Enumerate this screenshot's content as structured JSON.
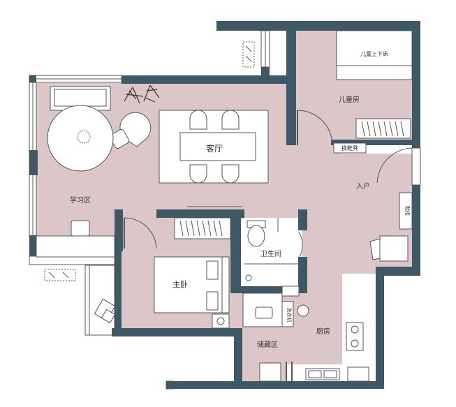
{
  "rooms": {
    "kids_room": "儿童房",
    "bunk_bed": "儿童上下床",
    "shoe_bench": "换鞋凳",
    "living_room": "客厅",
    "entrance": "入户",
    "study": "学习区",
    "bathroom": "卫生间",
    "master_bedroom": "主卧",
    "kitchen": "厨房",
    "storage": "储藏区",
    "washer": "洗衣机",
    "cabinet": "鞋柜"
  },
  "colors": {
    "wall": "#3e5866",
    "floor": "#dcc6c7",
    "furniture": "#ffffff",
    "line": "#555555"
  }
}
